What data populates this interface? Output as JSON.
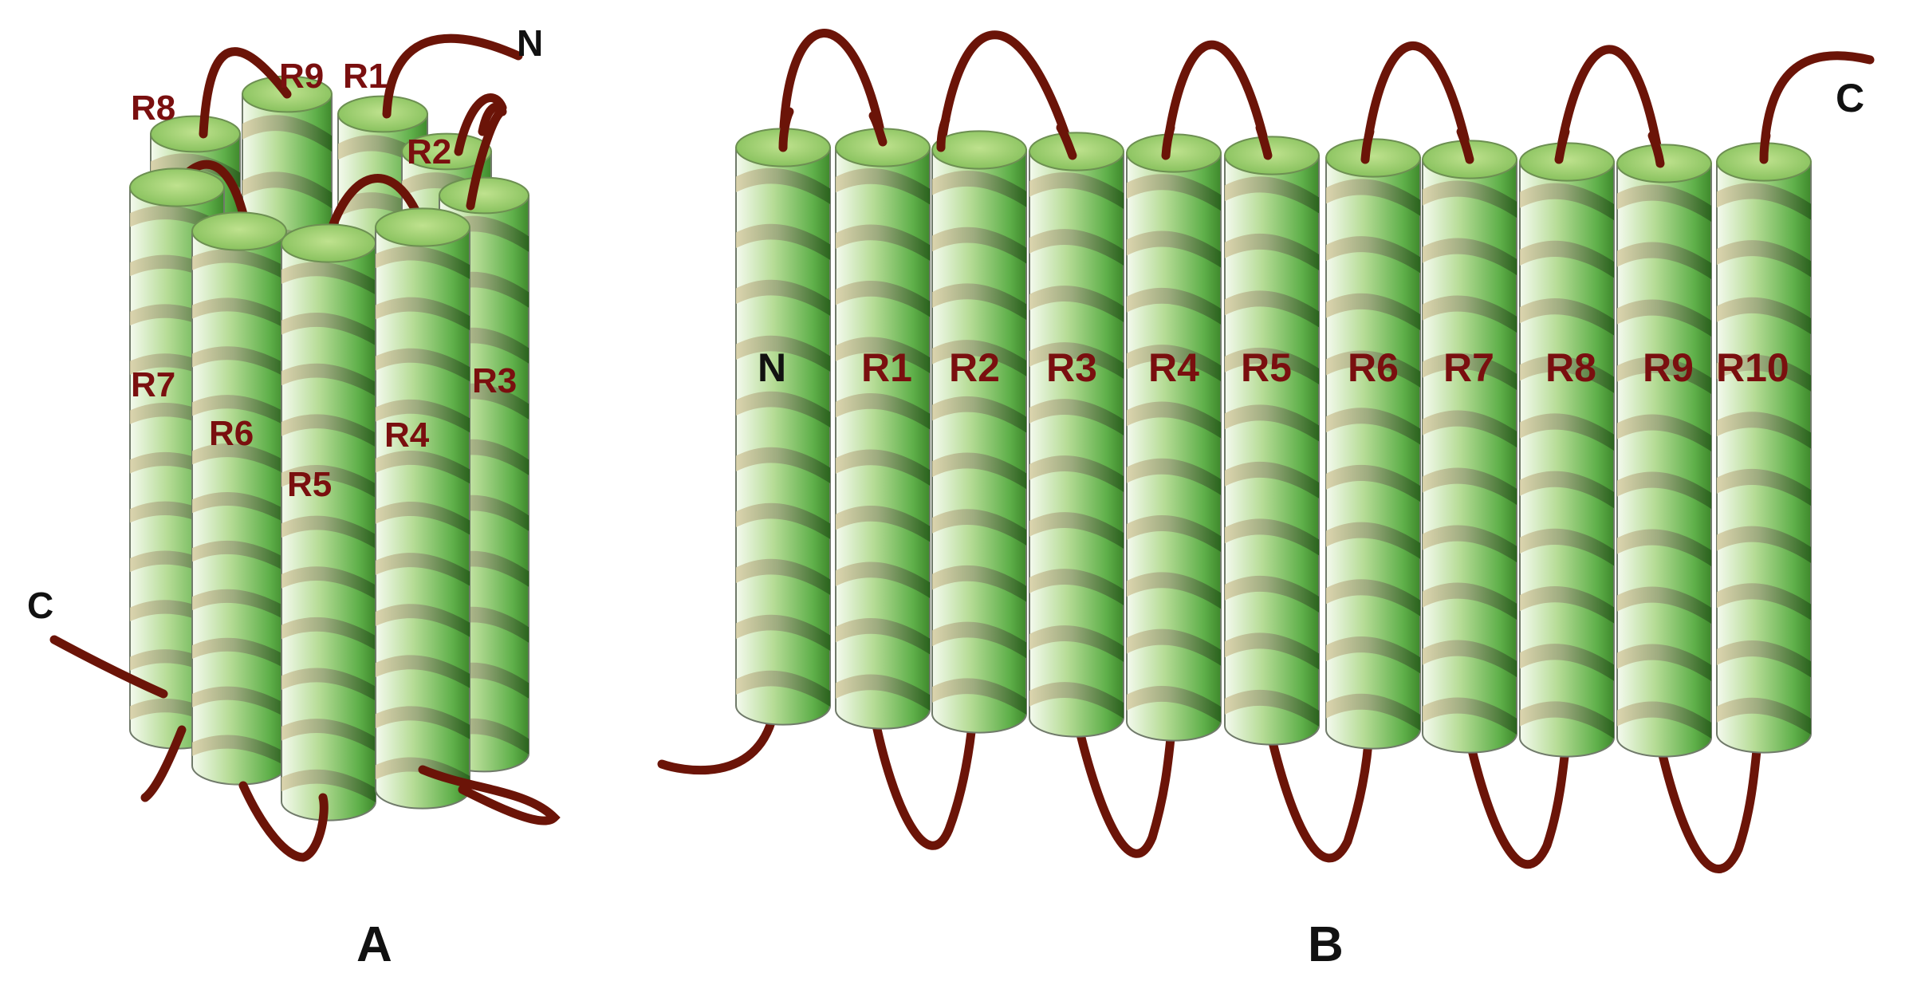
{
  "panels": {
    "a": {
      "label": "A",
      "terminus_n": "N",
      "terminus_c": "C",
      "helices": [
        "R1",
        "R2",
        "R3",
        "R4",
        "R5",
        "R6",
        "R7",
        "R8",
        "R9"
      ]
    },
    "b": {
      "label": "B",
      "terminus_c": "C",
      "helices": [
        "N",
        "R1",
        "R2",
        "R3",
        "R4",
        "R5",
        "R6",
        "R7",
        "R8",
        "R9",
        "R10"
      ]
    }
  },
  "colors": {
    "helix_green": "#5fb04a",
    "helix_light": "#f4faee",
    "helix_dark": "#1f5a14",
    "cap_green": "#98cc6a",
    "band_tan": "#d8cc9f",
    "loop": "#6b1408",
    "label_red": "#7a0f0f"
  }
}
